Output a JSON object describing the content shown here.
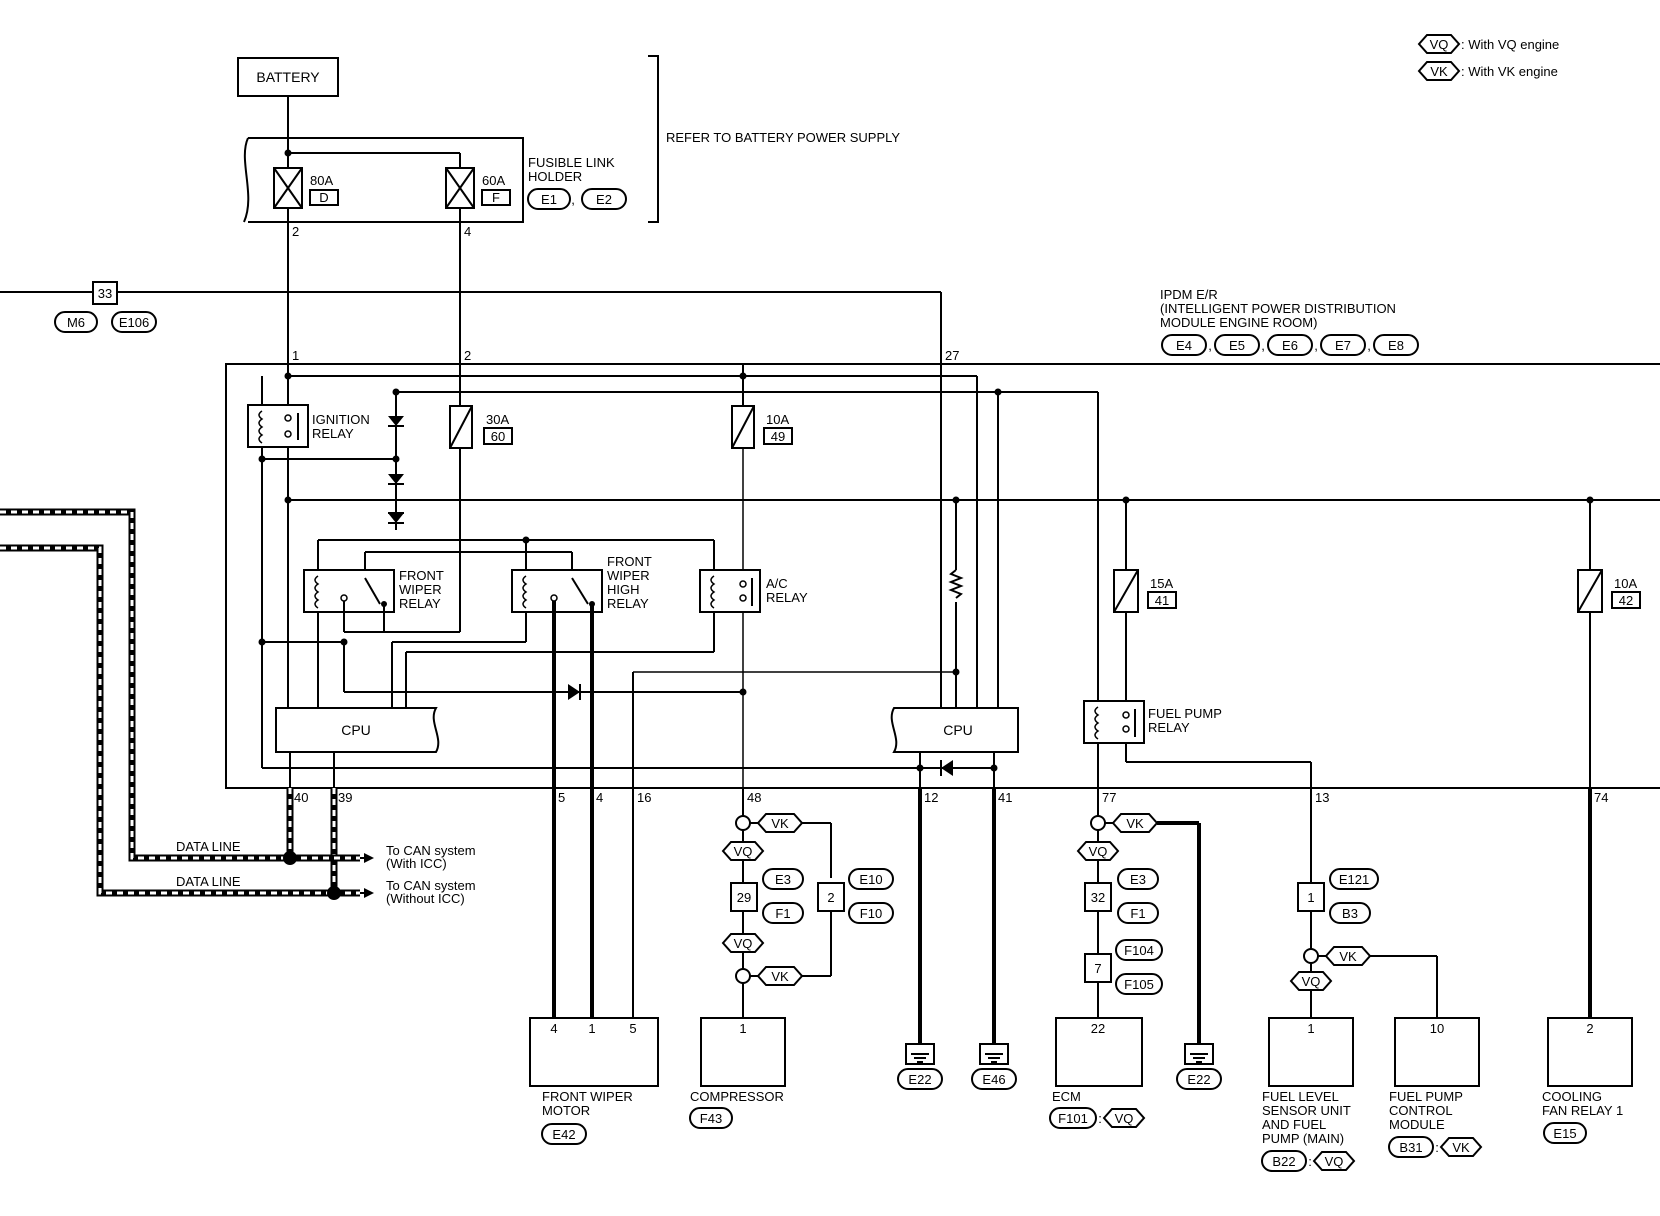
{
  "battery": {
    "label": "BATTERY"
  },
  "refer_note": "REFER TO BATTERY POWER SUPPLY",
  "fusible_link": {
    "label": [
      "FUSIBLE LINK",
      "HOLDER"
    ],
    "connectors": [
      "E1",
      "E2"
    ],
    "fuses": [
      {
        "amp": "80A",
        "id": "D",
        "pin": "2"
      },
      {
        "amp": "60A",
        "id": "F",
        "pin": "4"
      }
    ]
  },
  "legend": [
    {
      "code": "VQ",
      "text": ": With VQ engine"
    },
    {
      "code": "VK",
      "text": ": With VK engine"
    }
  ],
  "junction": {
    "number": "33",
    "connectors": [
      "M6",
      "E106"
    ]
  },
  "ipdm": {
    "label": [
      "IPDM E/R",
      "(INTELLIGENT POWER DISTRIBUTION",
      "MODULE ENGINE ROOM)"
    ],
    "connectors": [
      "E4",
      "E5",
      "E6",
      "E7",
      "E8"
    ],
    "input_pins": [
      "1",
      "2",
      "27"
    ],
    "ignition_relay": [
      "IGNITION",
      "RELAY"
    ],
    "front_wiper_relay": [
      "FRONT",
      "WIPER",
      "RELAY"
    ],
    "front_wiper_high_relay": [
      "FRONT",
      "WIPER",
      "HIGH",
      "RELAY"
    ],
    "ac_relay": [
      "A/C",
      "RELAY"
    ],
    "fuel_pump_relay": [
      "FUEL PUMP",
      "RELAY"
    ],
    "cpu_label": "CPU",
    "fuses": [
      {
        "amp": "30A",
        "id": "60"
      },
      {
        "amp": "10A",
        "id": "49"
      },
      {
        "amp": "15A",
        "id": "41"
      },
      {
        "amp": "10A",
        "id": "42"
      }
    ],
    "output_pins": [
      "40",
      "39",
      "5",
      "4",
      "16",
      "48",
      "12",
      "41",
      "77",
      "13",
      "74"
    ]
  },
  "data_lines": [
    {
      "label": "DATA LINE",
      "to": [
        "To CAN system",
        "(With ICC)"
      ]
    },
    {
      "label": "DATA LINE",
      "to": [
        "To CAN system",
        "(Without ICC)"
      ]
    }
  ],
  "compressor_harness": {
    "codes": [
      "VK",
      "VQ",
      "VQ",
      "VK"
    ],
    "pins": [
      "29",
      "2"
    ],
    "connectors": [
      "E3",
      "F1",
      "E10",
      "F10"
    ]
  },
  "ecm_harness": {
    "codes": [
      "VK",
      "VQ"
    ],
    "pins": [
      "32",
      "7"
    ],
    "connectors": [
      "E3",
      "F1",
      "F104",
      "F105"
    ]
  },
  "fuel_harness": {
    "codes": [
      "VK",
      "VQ"
    ],
    "pins": [
      "1"
    ],
    "connectors": [
      "E121",
      "B3"
    ]
  },
  "grounds": [
    "E22",
    "E46",
    "E22"
  ],
  "components": [
    {
      "name": [
        "FRONT WIPER",
        "MOTOR"
      ],
      "pins": [
        "4",
        "1",
        "5"
      ],
      "connector": "E42",
      "code": ""
    },
    {
      "name": [
        "COMPRESSOR"
      ],
      "pins": [
        "1"
      ],
      "connector": "F43",
      "code": ""
    },
    {
      "name": [
        "ECM"
      ],
      "pins": [
        "22"
      ],
      "connector": "F101",
      "code": "VQ"
    },
    {
      "name": [
        "FUEL LEVEL",
        "SENSOR UNIT",
        "AND FUEL",
        "PUMP (MAIN)"
      ],
      "pins": [
        "1"
      ],
      "connector": "B22",
      "code": "VQ"
    },
    {
      "name": [
        "FUEL PUMP",
        "CONTROL",
        "MODULE"
      ],
      "pins": [
        "10"
      ],
      "connector": "B31",
      "code": "VK"
    },
    {
      "name": [
        "COOLING",
        "FAN RELAY 1"
      ],
      "pins": [
        "2"
      ],
      "connector": "E15",
      "code": ""
    }
  ]
}
